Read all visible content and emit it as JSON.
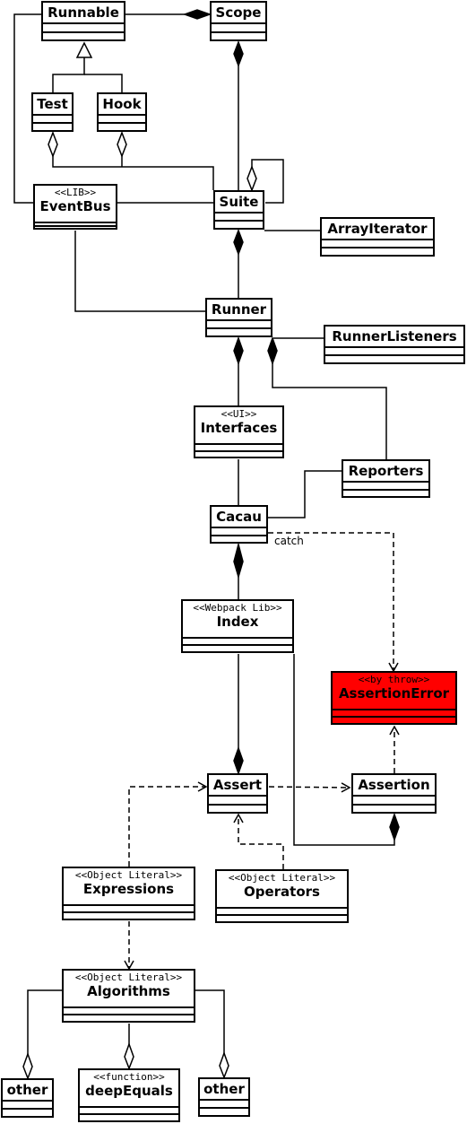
{
  "classes": {
    "runnable": {
      "stereotype": "",
      "name": "Runnable"
    },
    "scope": {
      "stereotype": "",
      "name": "Scope"
    },
    "test": {
      "stereotype": "",
      "name": "Test"
    },
    "hook": {
      "stereotype": "",
      "name": "Hook"
    },
    "eventbus": {
      "stereotype": "<<LIB>>",
      "name": "EventBus"
    },
    "suite": {
      "stereotype": "",
      "name": "Suite"
    },
    "arrayiterator": {
      "stereotype": "",
      "name": "ArrayIterator"
    },
    "runner": {
      "stereotype": "",
      "name": "Runner"
    },
    "runnerlisteners": {
      "stereotype": "",
      "name": "RunnerListeners"
    },
    "interfaces": {
      "stereotype": "<<UI>>",
      "name": "Interfaces"
    },
    "reporters": {
      "stereotype": "",
      "name": "Reporters"
    },
    "cacau": {
      "stereotype": "",
      "name": "Cacau"
    },
    "index": {
      "stereotype": "<<Webpack Lib>>",
      "name": "Index"
    },
    "assertionerror": {
      "stereotype": "<<by throw>>",
      "name": "AssertionError"
    },
    "assert": {
      "stereotype": "",
      "name": "Assert"
    },
    "assertion": {
      "stereotype": "",
      "name": "Assertion"
    },
    "expressions": {
      "stereotype": "<<Object Literal>>",
      "name": "Expressions"
    },
    "operators": {
      "stereotype": "<<Object Literal>>",
      "name": "Operators"
    },
    "algorithms": {
      "stereotype": "<<Object Literal>>",
      "name": "Algorithms"
    },
    "other1": {
      "stereotype": "",
      "name": "other"
    },
    "deepequals": {
      "stereotype": "<<function>>",
      "name": "deepEquals"
    },
    "other2": {
      "stereotype": "",
      "name": "other"
    }
  },
  "edge_labels": {
    "catch": "catch"
  },
  "colors": {
    "line": "#000000",
    "box_fill": "#ffffff",
    "error_fill": "#ff0000"
  }
}
